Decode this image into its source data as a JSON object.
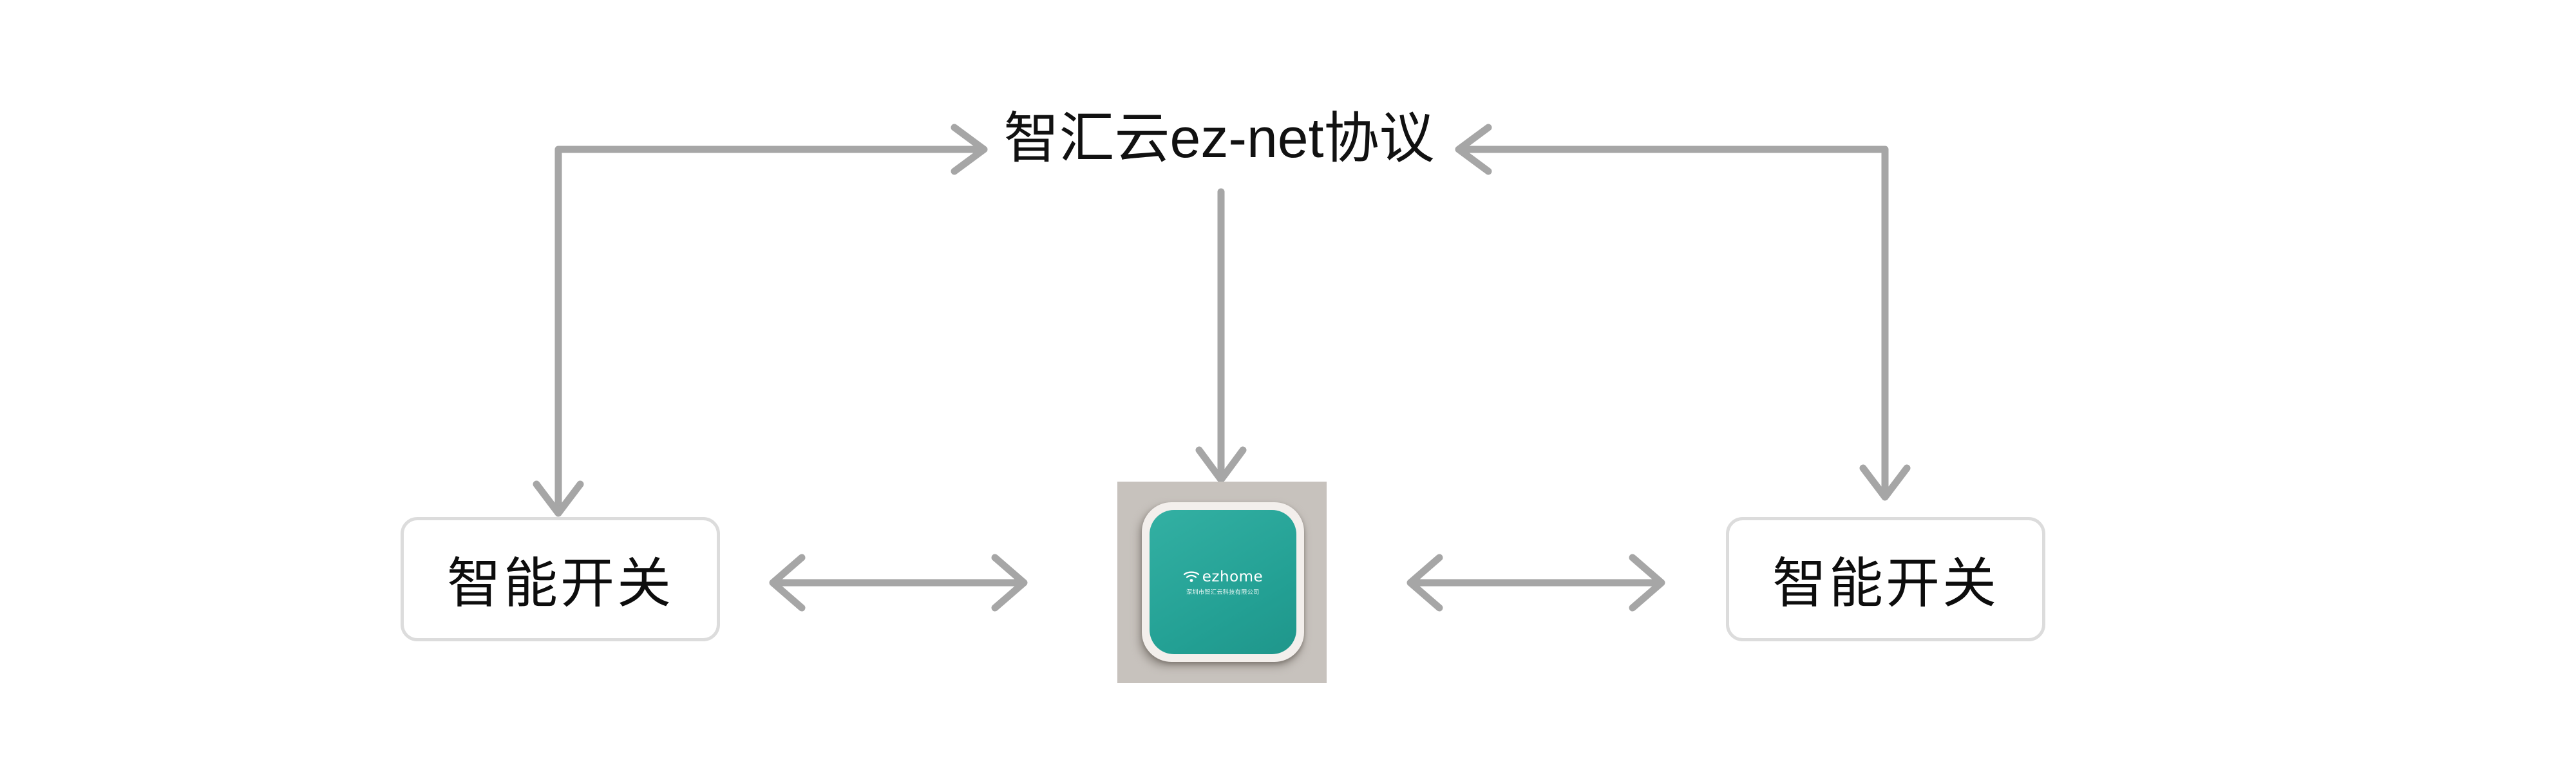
{
  "diagram": {
    "title": "智汇云ez-net协议",
    "background_color": "#ffffff",
    "arrow_color": "#a6a6a6",
    "box_border_color": "#dcdcdc",
    "device_color": "#2aa79b"
  },
  "nodes": {
    "left_switch": {
      "label": "智能开关",
      "name": "smart-switch-left"
    },
    "right_switch": {
      "label": "智能开关",
      "name": "smart-switch-right"
    },
    "gateway": {
      "brand": "ezhome",
      "company": "深圳市智汇云科技有限公司",
      "icon": "wifi-icon"
    }
  },
  "connections": [
    {
      "id": "left-to-protocol",
      "from": "智能开关",
      "to": "智汇云ez-net协议",
      "style": "elbow",
      "heads": "both-ends"
    },
    {
      "id": "protocol-to-gateway",
      "from": "智汇云ez-net协议",
      "to": "ezhome",
      "style": "straight-vertical",
      "heads": "end"
    },
    {
      "id": "right-to-protocol",
      "from": "智能开关",
      "to": "智汇云ez-net协议",
      "style": "elbow",
      "heads": "both-ends"
    },
    {
      "id": "left-switch-to-gateway",
      "from": "智能开关",
      "to": "ezhome",
      "style": "straight-horizontal",
      "heads": "double"
    },
    {
      "id": "gateway-to-right-switch",
      "from": "ezhome",
      "to": "智能开关",
      "style": "straight-horizontal",
      "heads": "double"
    }
  ]
}
